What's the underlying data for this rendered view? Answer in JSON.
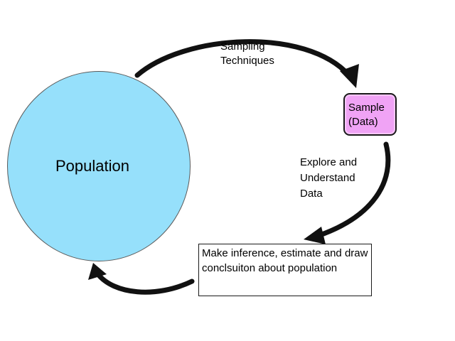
{
  "diagram": {
    "population": {
      "label": "Population",
      "fill": "#96e0fb"
    },
    "sample": {
      "line1": "Sample",
      "line2": "(Data)",
      "fill": "#f0a3f5"
    },
    "inference": {
      "text": "Make inference, estimate and draw conclsuiton about population"
    },
    "steps": {
      "sampling": {
        "line1": "Sampling",
        "line2": "Techniques"
      },
      "explore": {
        "line1": "Explore and",
        "line2": "Understand",
        "line3": "Data"
      }
    },
    "arrow_color": "#111111"
  }
}
